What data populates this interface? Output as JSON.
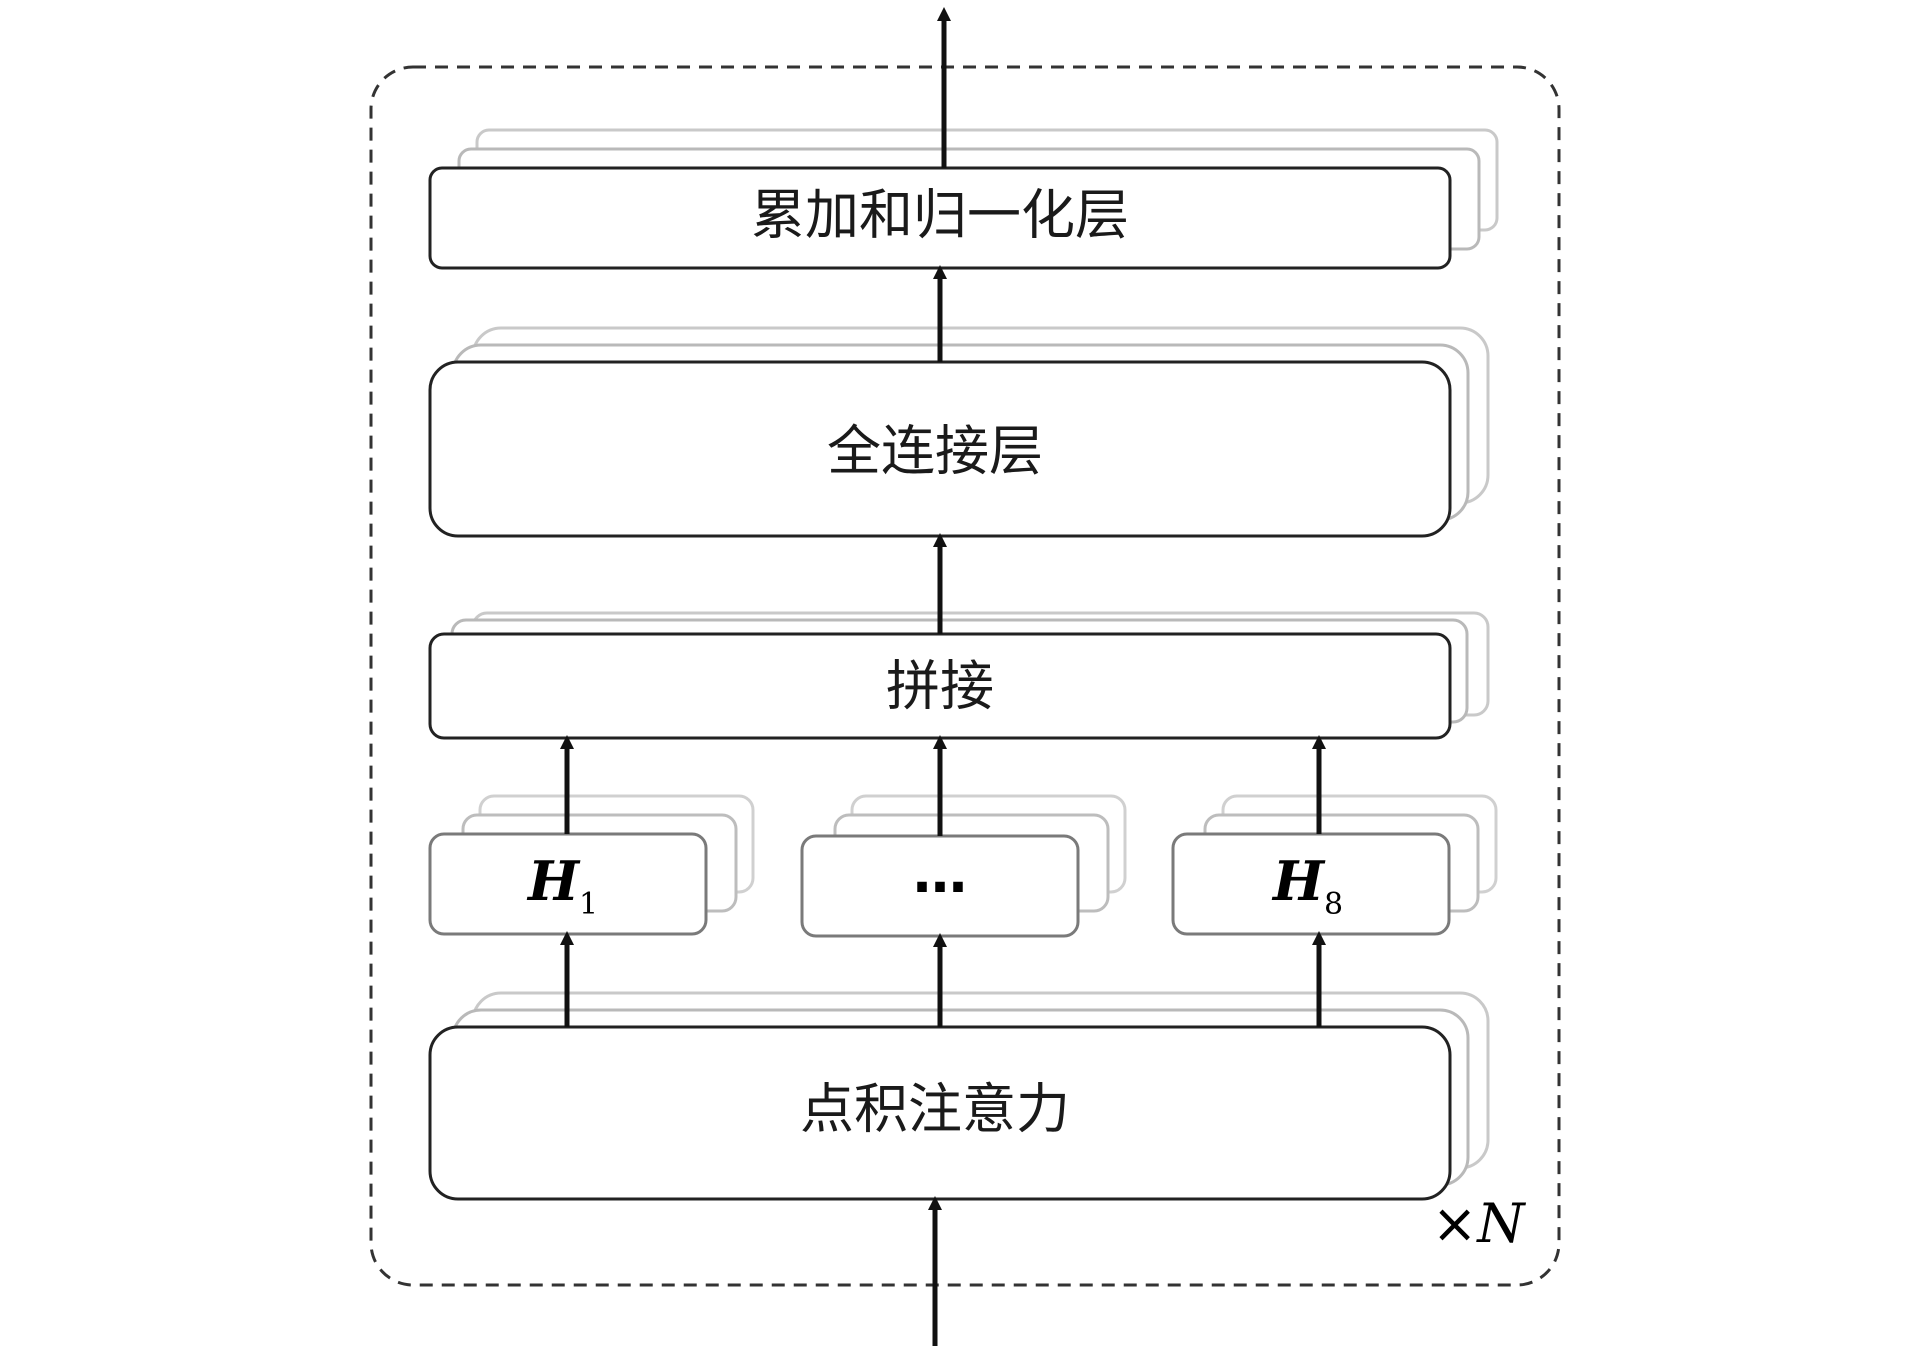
{
  "blocks": {
    "add_norm": "累加和归一化层",
    "fc": "全连接层",
    "concat": "拼接",
    "head_1": {
      "base": "H",
      "sub": "1"
    },
    "head_mid": "…",
    "head_8": {
      "base": "H",
      "sub": "8"
    },
    "attention": "点积注意力"
  },
  "repeat": {
    "times": "×",
    "n": "N"
  }
}
